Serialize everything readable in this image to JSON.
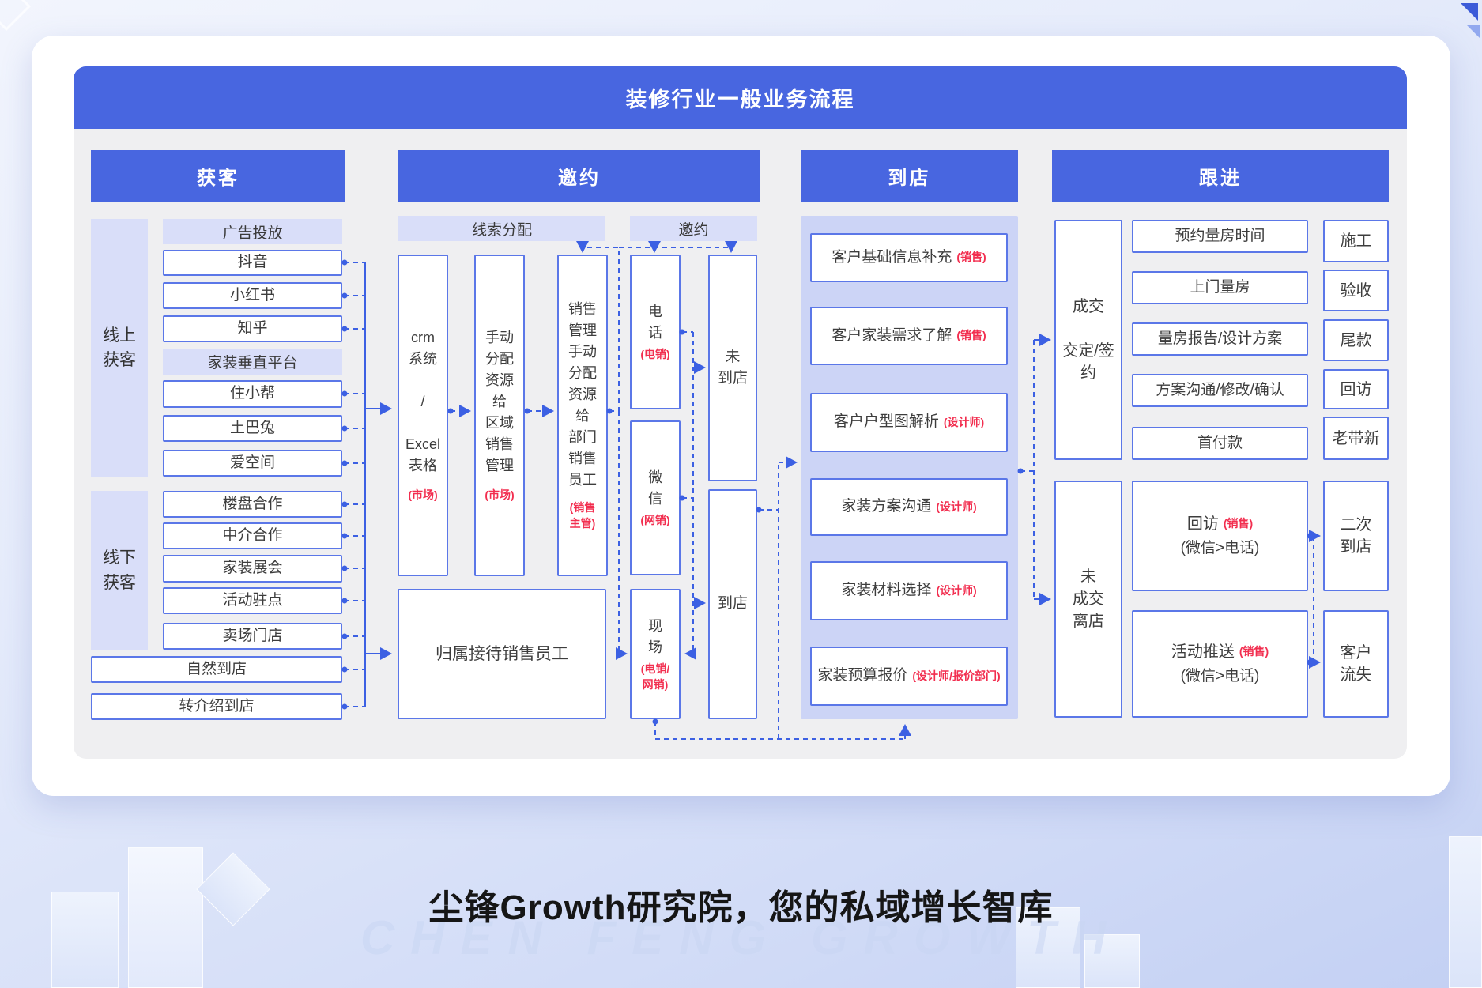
{
  "title": "装修行业一般业务流程",
  "footer": {
    "tagline": "尘锋Growth研究院，您的私域增长智库",
    "watermark": "CHEN FENG GROWTH"
  },
  "colors": {
    "header_blue": "#4866e0",
    "lavender": "#d9def9",
    "panel_purple": "#ccd4f6",
    "box_border_blue": "#5b77e8",
    "connector_blue": "#3c60e3",
    "role_red": "#f22e4f",
    "panel_gray": "#efeff1"
  },
  "columns": {
    "acquisition": {
      "header": "获客",
      "online_label": "线上\n获客",
      "offline_label": "线下\n获客",
      "ad_group": "广告投放",
      "ad_items": [
        "抖音",
        "小红书",
        "知乎"
      ],
      "vertical_group": "家装垂直平台",
      "vertical_items": [
        "住小帮",
        "土巴兔",
        "爱空间"
      ],
      "offline_items": [
        "楼盘合作",
        "中介合作",
        "家装展会",
        "活动驻点",
        "卖场门店"
      ],
      "walkin_items": [
        "自然到店",
        "转介绍到店"
      ]
    },
    "invitation": {
      "header": "邀约",
      "sub_header_leads": "线索分配",
      "sub_header_invite": "邀约",
      "crm": {
        "label": "crm\n系统\n\n/\n\nExcel\n表格",
        "role": "(市场)"
      },
      "manual": {
        "label": "手动\n分配\n资源\n给\n区域\n销售\n管理",
        "role": "(市场)"
      },
      "manager": {
        "label": "销售\n管理\n手动\n分配\n资源\n给\n部门\n销售\n员工",
        "role": "(销售\n主管)"
      },
      "phone": {
        "label": "电\n话",
        "role": "(电销)"
      },
      "wechat": {
        "label": "微\n信",
        "role": "(网销)"
      },
      "onsite": {
        "label": "现\n场",
        "role": "(电销/\n网销)"
      },
      "not_visited": "未\n到店",
      "visited": "到店",
      "reception": "归属接待销售员工"
    },
    "store_visit": {
      "header": "到店",
      "steps": [
        {
          "title": "客户基础信息补充",
          "role": "(销售)"
        },
        {
          "title": "客户家装需求了解",
          "role": "(销售)"
        },
        {
          "title": "客户户型图解析",
          "role": "(设计师)"
        },
        {
          "title": "家装方案沟通",
          "role": "(设计师)"
        },
        {
          "title": "家装材料选择",
          "role": "(设计师)"
        },
        {
          "title": "家装预算报价",
          "role": "(设计师/报价部门)"
        }
      ]
    },
    "follow_up": {
      "header": "跟进",
      "deal": "成交\n\n交定/签约",
      "no_deal": "未\n成交\n离店",
      "deal_steps": [
        "预约量房时间",
        "上门量房",
        "量房报告/设计方案",
        "方案沟通/修改/确认",
        "首付款"
      ],
      "after_steps": [
        "施工",
        "验收",
        "尾款",
        "回访",
        "老带新"
      ],
      "revisit": {
        "title": "回访",
        "role": "(销售)",
        "sub": "(微信>电话)"
      },
      "push": {
        "title": "活动推送",
        "role": "(销售)",
        "sub": "(微信>电话)"
      },
      "second_visit": "二次\n到店",
      "churn": "客户\n流失"
    }
  }
}
